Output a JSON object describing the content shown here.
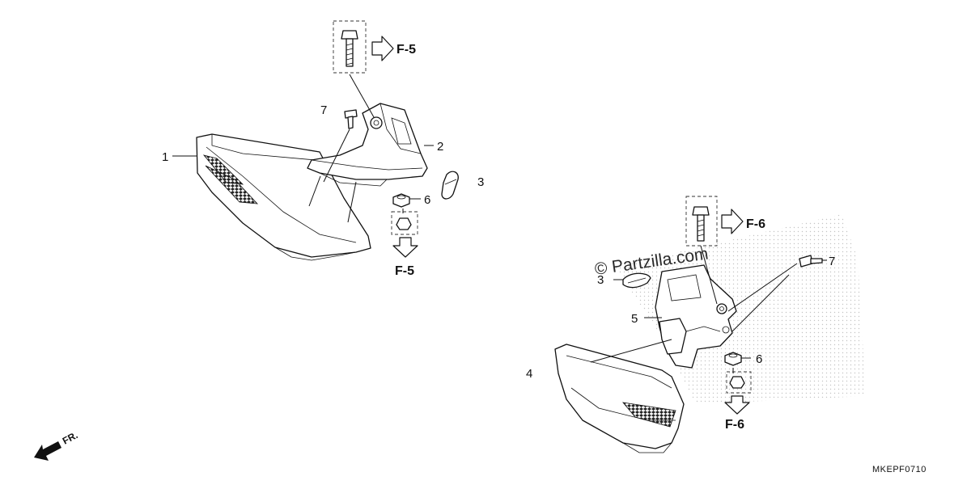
{
  "diagram": {
    "callouts": {
      "left_1": "1",
      "left_2": "2",
      "left_3": "3",
      "left_6": "6",
      "left_7": "7",
      "right_3": "3",
      "right_4": "4",
      "right_5": "5",
      "right_6": "6",
      "right_7": "7"
    },
    "references": {
      "top_left": "F-5",
      "bottom_left": "F-5",
      "top_right": "F-6",
      "bottom_right": "F-6"
    },
    "front_indicator": "FR.",
    "diagram_code": "MKEPF0710",
    "watermark": "© Partzilla.com"
  }
}
